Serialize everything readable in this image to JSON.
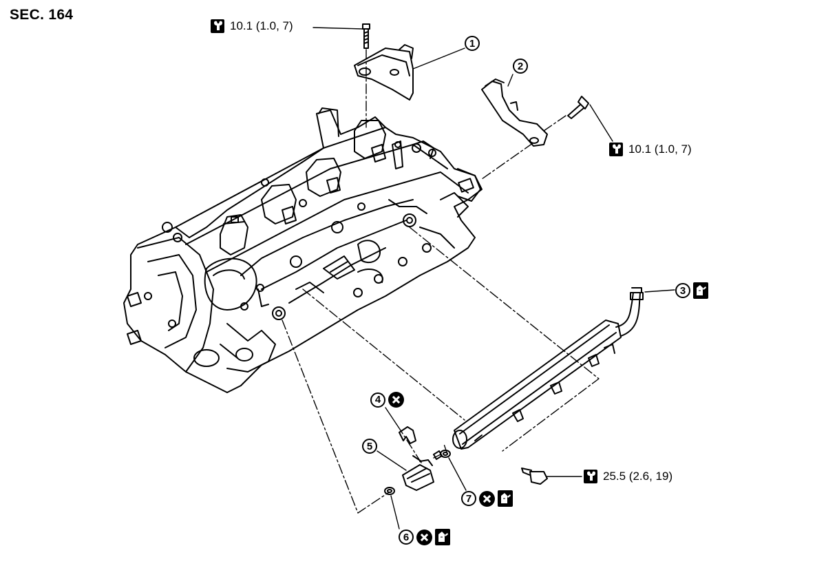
{
  "section": {
    "title": "SEC. 164"
  },
  "torque_specs": [
    {
      "id": "torque-top-bolt",
      "value": "10.1 (1.0, 7)"
    },
    {
      "id": "torque-bracket-bolt",
      "value": "10.1 (1.0, 7)"
    },
    {
      "id": "torque-rail-bolt",
      "value": "25.5 (2.6, 19)"
    }
  ],
  "callouts": [
    {
      "number": "1",
      "icons": []
    },
    {
      "number": "2",
      "icons": []
    },
    {
      "number": "3",
      "icons": [
        "oil-apply-icon"
      ]
    },
    {
      "number": "4",
      "icons": [
        "do-not-reuse-icon"
      ]
    },
    {
      "number": "5",
      "icons": []
    },
    {
      "number": "6",
      "icons": [
        "do-not-reuse-icon",
        "oil-apply-icon"
      ]
    },
    {
      "number": "7",
      "icons": [
        "do-not-reuse-icon",
        "oil-apply-icon"
      ]
    }
  ],
  "icon_legend": {
    "torque": "wrench-torque-icon",
    "do_not_reuse": "do-not-reuse-icon",
    "apply_oil": "oil-apply-icon"
  },
  "colors": {
    "ink": "#000000",
    "paper": "#ffffff"
  }
}
